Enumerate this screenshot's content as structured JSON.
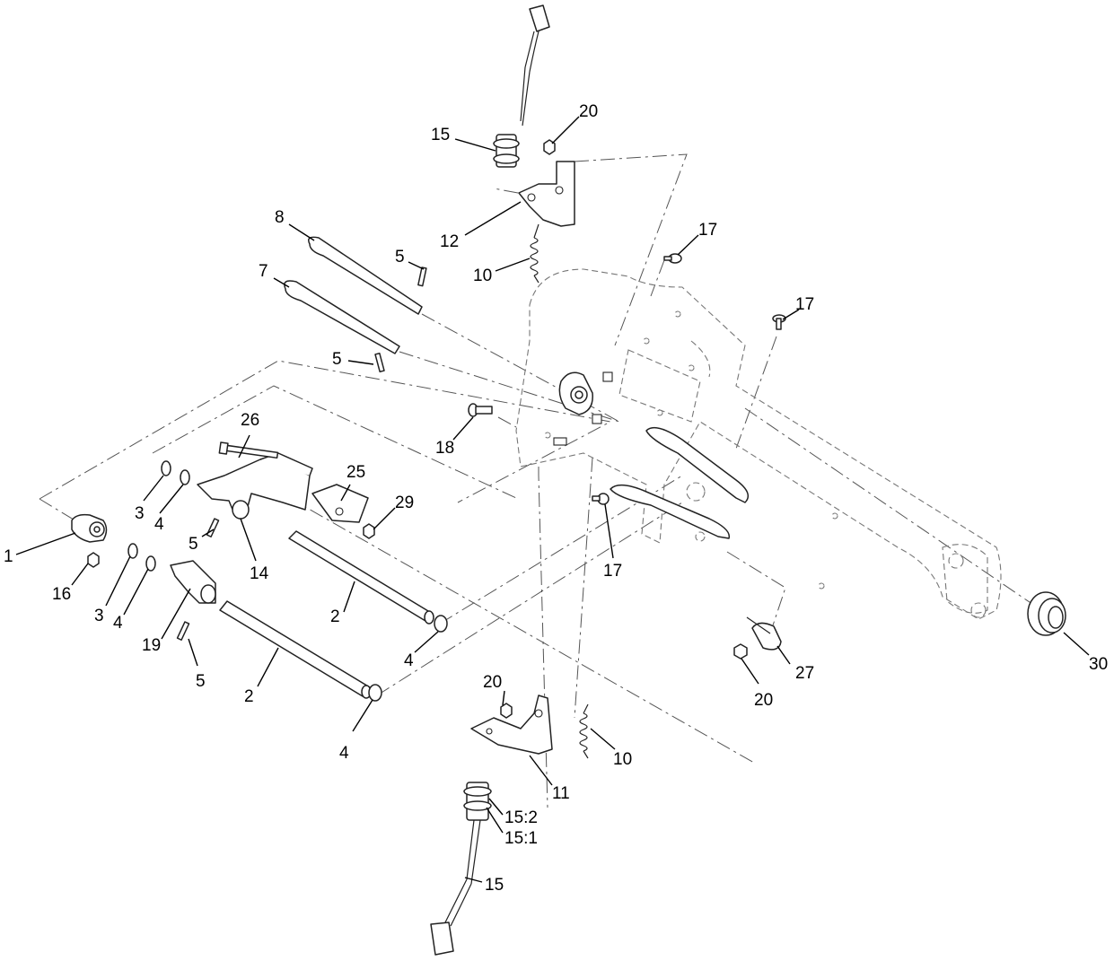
{
  "callouts": {
    "c1": "1",
    "c2a": "2",
    "c2b": "2",
    "c3a": "3",
    "c3b": "3",
    "c4a": "4",
    "c4b": "4",
    "c4c": "4",
    "c4d": "4",
    "c5a": "5",
    "c5b": "5",
    "c5c": "5",
    "c5d": "5",
    "c7": "7",
    "c8": "8",
    "c10a": "10",
    "c10b": "10",
    "c11": "11",
    "c12": "12",
    "c14": "14",
    "c15a": "15",
    "c15b": "15",
    "c15_2": "15:2",
    "c15_1": "15:1",
    "c16": "16",
    "c17a": "17",
    "c17b": "17",
    "c17c": "17",
    "c18": "18",
    "c19": "19",
    "c20a": "20",
    "c20b": "20",
    "c20c": "20",
    "c25": "25",
    "c26": "26",
    "c27": "27",
    "c29": "29",
    "c30": "30"
  }
}
